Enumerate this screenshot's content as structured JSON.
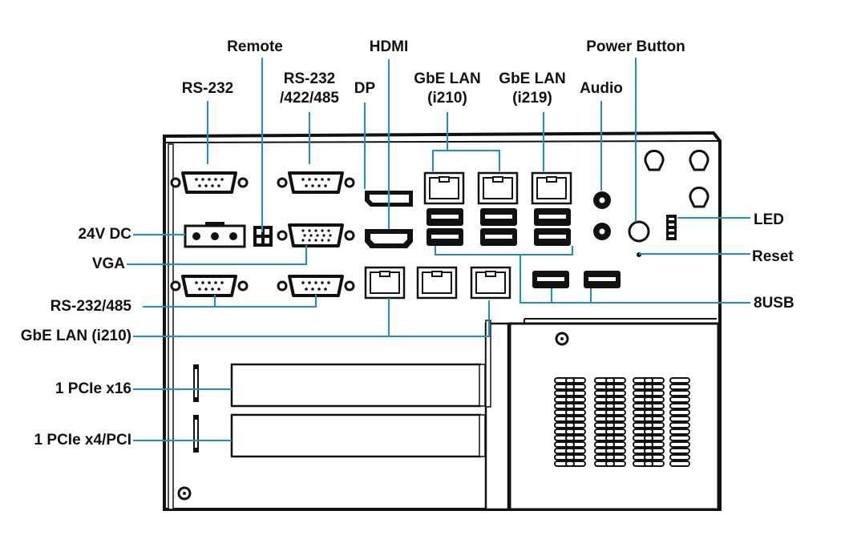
{
  "labels": {
    "remote": "Remote",
    "hdmi": "HDMI",
    "power_button": "Power Button",
    "rs232_top": "RS-232",
    "rs232_422_485_line1": "RS-232",
    "rs232_422_485_line2": "/422/485",
    "dp": "DP",
    "gbe_i210_top_line1": "GbE LAN",
    "gbe_i210_top_line2": "(i210)",
    "gbe_i219_line1": "GbE LAN",
    "gbe_i219_line2": "(i219)",
    "audio": "Audio",
    "led": "LED",
    "reset": "Reset",
    "usb8": "8USB",
    "dc24v": "24V DC",
    "vga": "VGA",
    "rs232_485": "RS-232/485",
    "gbe_i210_bottom": "GbE LAN (i210)",
    "pcie_x16": "1 PCIe x16",
    "pcie_x4_pci": "1 PCIe x4/PCI"
  },
  "colors": {
    "leader_line": "#1a8fd6",
    "outline": "#111111",
    "background": "#ffffff"
  }
}
